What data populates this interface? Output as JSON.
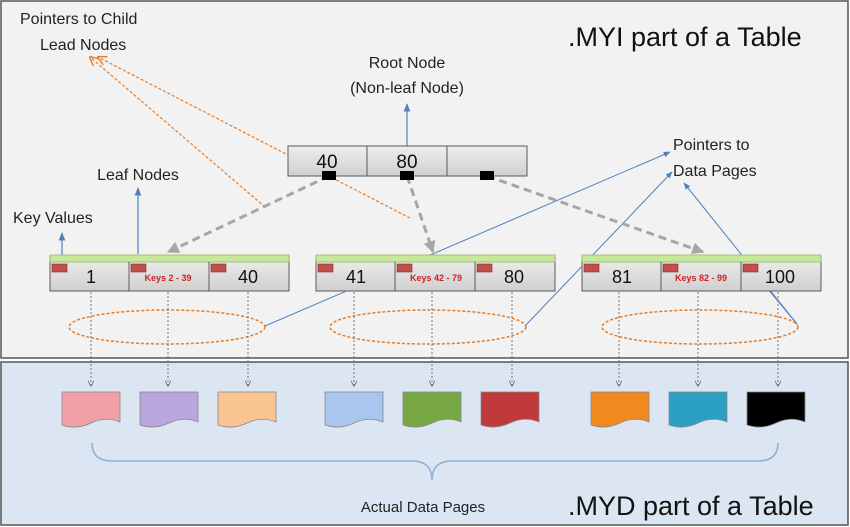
{
  "myi": {
    "title": ".MYI part of a Table",
    "labels": {
      "pointers_child": [
        "Pointers to Child",
        "Lead Nodes"
      ],
      "root_node": [
        "Root Node",
        "(Non-leaf Node)"
      ],
      "leaf_nodes": "Leaf Nodes",
      "key_values": "Key Values",
      "pointers_data": [
        "Pointers to",
        "Data Pages"
      ]
    },
    "root": {
      "keys": [
        "40",
        "80",
        ""
      ]
    },
    "leaves": [
      {
        "first": "1",
        "middle": "Keys 2 - 39",
        "last": "40"
      },
      {
        "first": "41",
        "middle": "Keys 42 - 79",
        "last": "80"
      },
      {
        "first": "81",
        "middle": "Keys 82 - 99",
        "last": "100"
      }
    ]
  },
  "myd": {
    "title": ".MYD part of a Table",
    "caption": "Actual Data Pages",
    "pages": [
      {
        "name": "data-page-pink",
        "color": "#f2a0a8"
      },
      {
        "name": "data-page-lavender",
        "color": "#b9a6dc"
      },
      {
        "name": "data-page-peach",
        "color": "#fbc591"
      },
      {
        "name": "data-page-lightblue",
        "color": "#a8c6ee"
      },
      {
        "name": "data-page-green",
        "color": "#78a844"
      },
      {
        "name": "data-page-red",
        "color": "#c0393b"
      },
      {
        "name": "data-page-orange",
        "color": "#f08a1e"
      },
      {
        "name": "data-page-teal",
        "color": "#2aa0c3"
      },
      {
        "name": "data-page-black",
        "color": "#000000"
      }
    ]
  },
  "colors": {
    "myi_bg": "#f2f2f2",
    "myd_bg": "#dce6f2",
    "node_fill": "#dcdcdc",
    "leaf_top": "#c6e89a",
    "pointer_red": "#c0504d",
    "child_pointer_line": "#e97b22",
    "blue_arrow": "#4f81bd"
  }
}
